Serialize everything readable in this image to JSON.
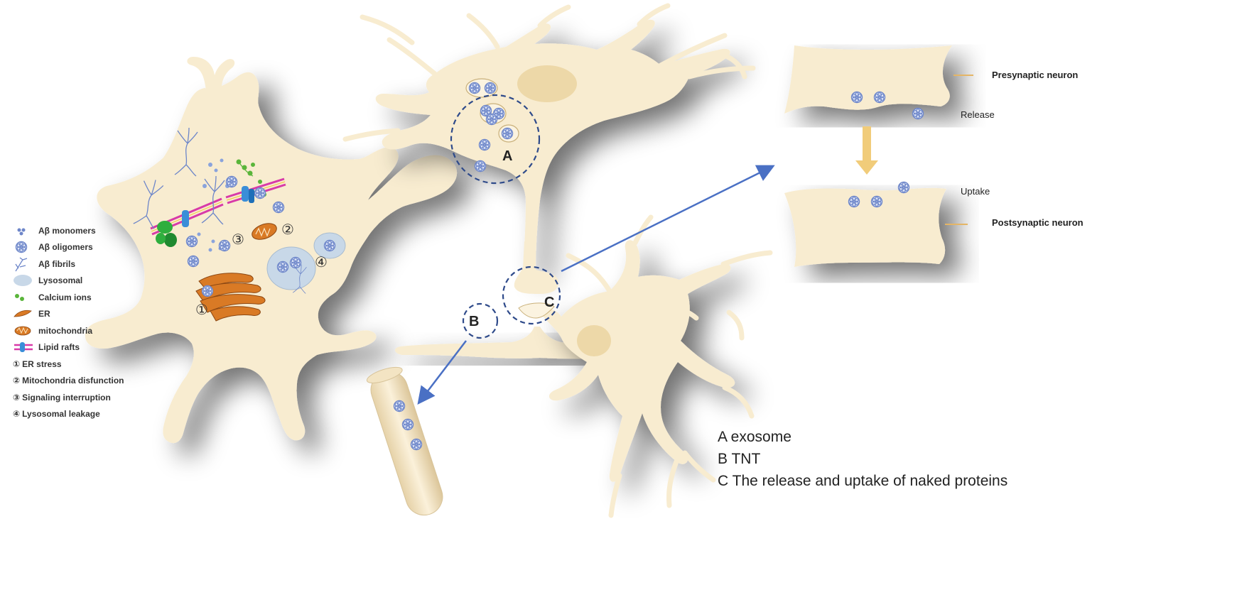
{
  "legend": [
    {
      "icon": "abeta-monomer-icon",
      "label": "Aβ monomers"
    },
    {
      "icon": "abeta-oligomer-icon",
      "label": "Aβ oligomers"
    },
    {
      "icon": "abeta-fibril-icon",
      "label": "Aβ fibrils"
    },
    {
      "icon": "lysosome-icon",
      "label": "Lysosomal"
    },
    {
      "icon": "calcium-ion-icon",
      "label": "Calcium ions"
    },
    {
      "icon": "er-icon",
      "label": "ER"
    },
    {
      "icon": "mitochondria-icon",
      "label": "mitochondria"
    },
    {
      "icon": "lipid-raft-icon",
      "label": "Lipid rafts"
    },
    {
      "num": "①",
      "label": "ER stress"
    },
    {
      "num": "②",
      "label": "Mitochondria disfunction"
    },
    {
      "num": "③",
      "label": "Signaling interruption"
    },
    {
      "num": "④",
      "label": "Lysosomal leakage"
    }
  ],
  "cell_markers": {
    "m1": "①",
    "m2": "②",
    "m3": "③",
    "m4": "④"
  },
  "circle_labels": {
    "a": "A",
    "b": "B",
    "c": "C"
  },
  "synapse": {
    "pre": "Presynaptic neuron",
    "release": "Release",
    "uptake": "Uptake",
    "post": "Postsynaptic neuron"
  },
  "key": {
    "a": "A exosome",
    "b": "B TNT",
    "c": "C The release and uptake of naked proteins"
  },
  "colors": {
    "cell_fill": "#f8ecd0",
    "cell_shadow": "#9a9a9a",
    "oligomer": "#6d86c9",
    "arrow": "#4a70c4",
    "dashed_circle": "#2e4a8a",
    "er": "#d97a25",
    "lipid_raft": "#d83aa8",
    "calcium": "#5ab53a"
  }
}
